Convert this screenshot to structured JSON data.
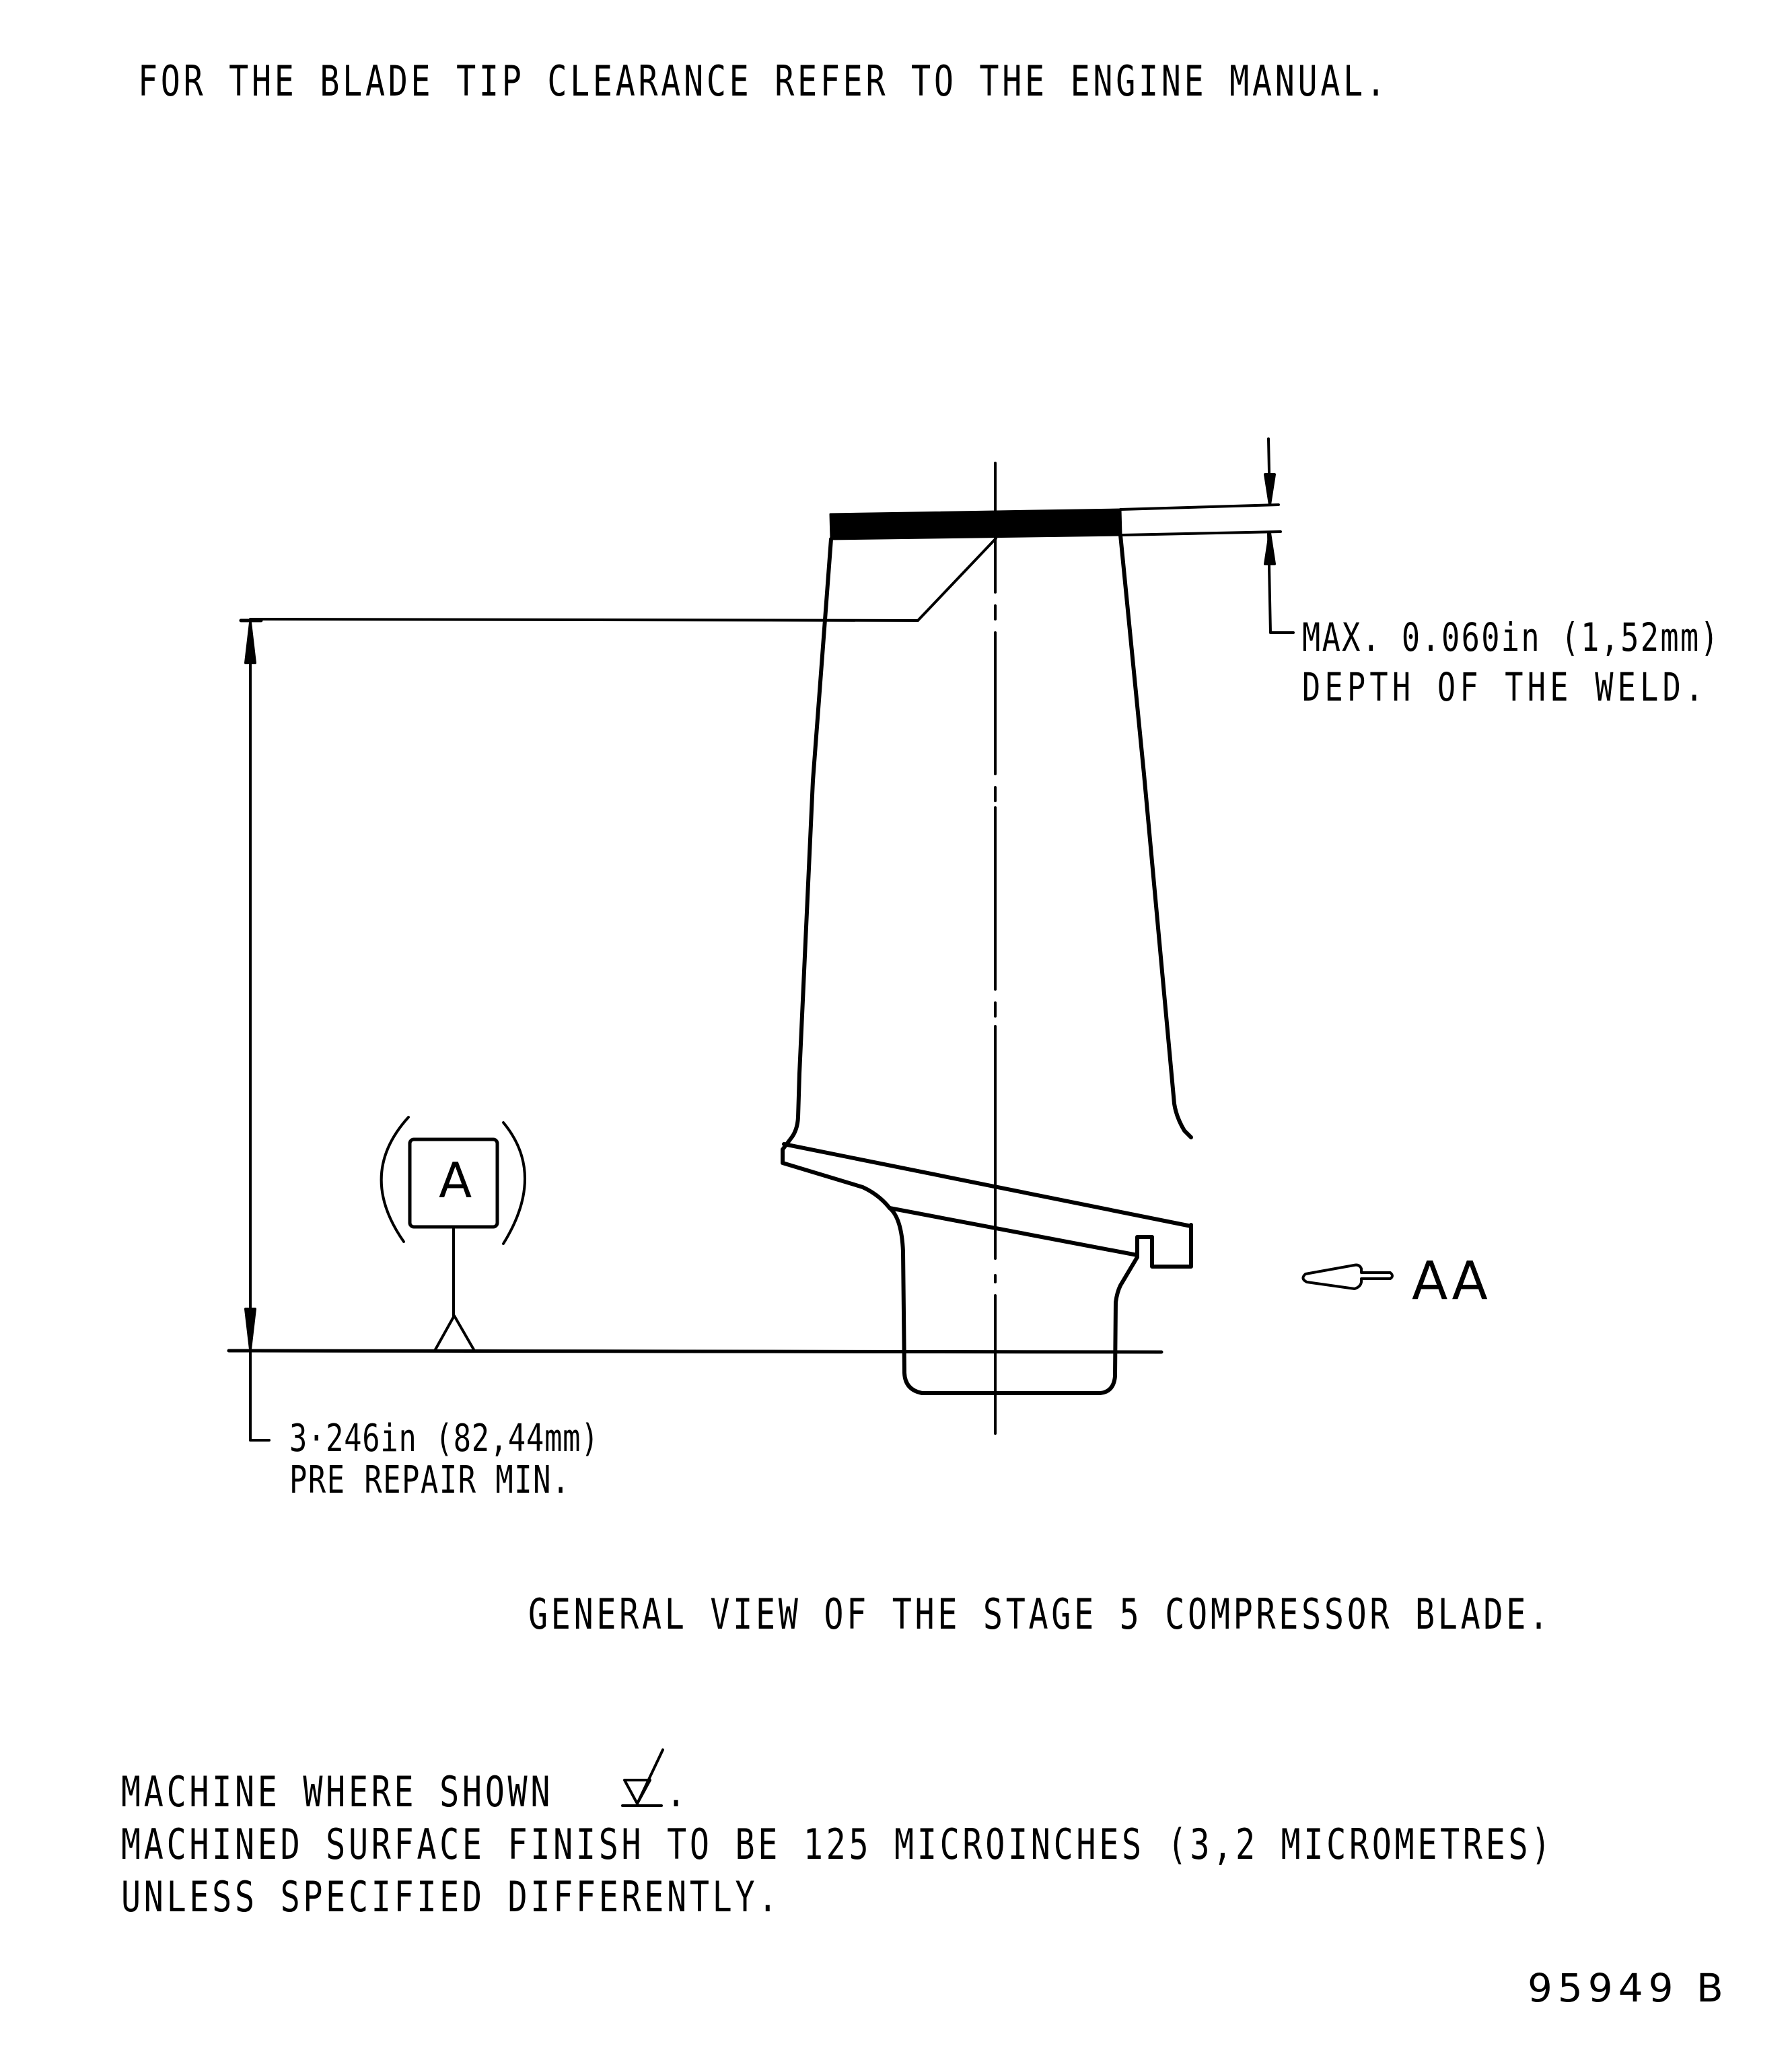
{
  "notes": {
    "top": "FOR THE BLADE TIP CLEARANCE REFER TO THE ENGINE MANUAL.",
    "caption": "GENERAL VIEW OF THE STAGE 5 COMPRESSOR BLADE.",
    "finish": [
      "MACHINE WHERE SHOWN",
      "MACHINED SURFACE FINISH TO BE 125 MICROINCHES (3,2 MICROMETRES)",
      "UNLESS SPECIFIED DIFFERENTLY."
    ],
    "finish_symbol_suffix": "."
  },
  "dimensions": {
    "weld_depth": {
      "line1": "MAX. 0.060in (1,52mm)",
      "line2": "DEPTH OF THE WELD."
    },
    "height": {
      "line1": "3·246in (82,44mm)",
      "line2": "PRE REPAIR MIN."
    }
  },
  "datum": {
    "letter": "A"
  },
  "view": {
    "label": "AA"
  },
  "drawing_number": "95949 B",
  "icons": {
    "view_arrow": "view-direction-arrow-icon",
    "machining_symbol": "machined-surface-symbol-icon",
    "datum_symbol": "datum-feature-triangle-icon"
  },
  "colors": {
    "ink": "#000000",
    "paper": "#ffffff"
  }
}
